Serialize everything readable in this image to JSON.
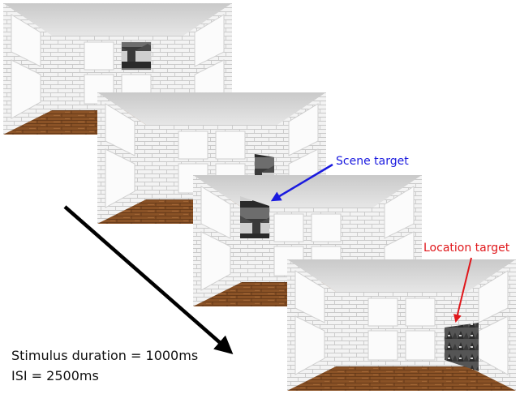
{
  "labels": {
    "scene_target": "Scene target",
    "location_target": "Location target",
    "stimulus_duration": "Stimulus duration = 1000ms",
    "isi": "ISI = 2500ms"
  },
  "colors": {
    "scene_target": "#1a1adf",
    "location_target": "#e0171b",
    "timeline_arrow": "#000000",
    "floor": "#8a5226",
    "ceiling": "#d4d4d4",
    "brick_wall": "#f3f3f3",
    "mortar": "#c9c9c9"
  },
  "scenes": [
    {
      "picture": "house-photo",
      "picture_wall": "back-wall"
    },
    {
      "picture": "house-photo",
      "picture_wall": "right-wall"
    },
    {
      "picture": "house-photo",
      "picture_wall": "left-wall"
    },
    {
      "picture": "forest-photo",
      "picture_wall": "right-wall"
    }
  ]
}
